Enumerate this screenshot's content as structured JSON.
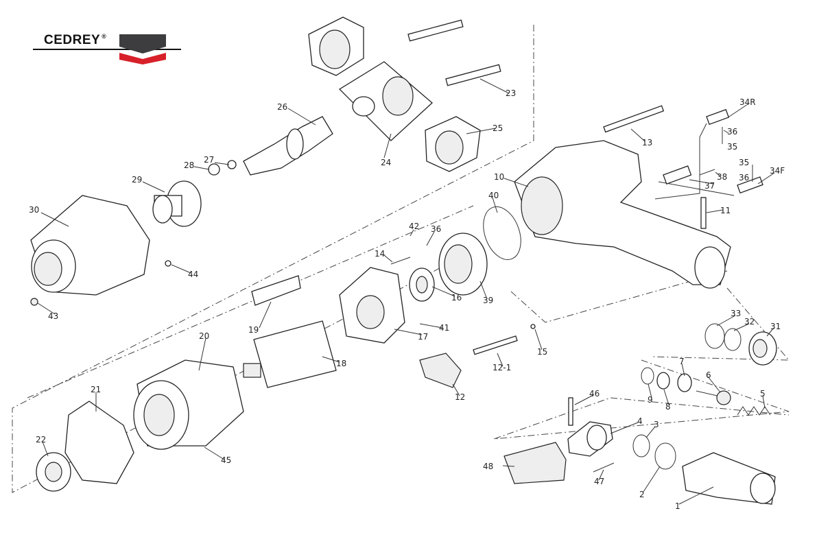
{
  "logo": {
    "brand": "CEDREY",
    "registered": "®",
    "colors": {
      "dark": "#3d3d3f",
      "red": "#d8202a"
    }
  },
  "labels": [
    "23",
    "24",
    "25",
    "26",
    "27",
    "28",
    "29",
    "30",
    "44",
    "43",
    "13",
    "34R",
    "36",
    "35",
    "35",
    "36",
    "34F",
    "38",
    "37",
    "10",
    "40",
    "11",
    "42",
    "36",
    "14",
    "16",
    "39",
    "17",
    "41",
    "19",
    "18",
    "15",
    "12-1",
    "12",
    "20",
    "21",
    "22",
    "45",
    "33",
    "32",
    "31",
    "7",
    "6",
    "9",
    "8",
    "5",
    "46",
    "4",
    "3",
    "48",
    "47",
    "2",
    "1"
  ]
}
